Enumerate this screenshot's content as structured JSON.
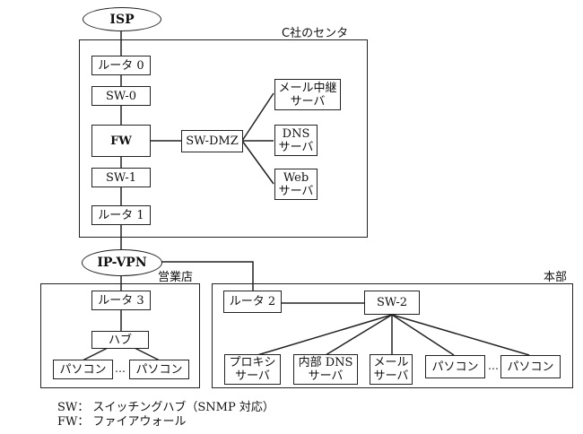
{
  "regions": {
    "center": "C社のセンタ",
    "branch": "営業店",
    "hq": "本部"
  },
  "nodes": {
    "isp": "ISP",
    "router0": "ルータ 0",
    "sw0": "SW-0",
    "fw": "FW",
    "sw1": "SW-1",
    "router1": "ルータ 1",
    "sw_dmz": "SW-DMZ",
    "mail_relay": [
      "メール中継",
      "サーバ"
    ],
    "dns": [
      "DNS",
      "サーバ"
    ],
    "web": [
      "Web",
      "サーバ"
    ],
    "ipvpn": "IP-VPN",
    "router3": "ルータ 3",
    "hub": "ハブ",
    "branch_pc1": "パソコン",
    "branch_pc2": "パソコン",
    "router2": "ルータ 2",
    "sw2": "SW-2",
    "proxy": [
      "プロキシ",
      "サーバ"
    ],
    "internal_dns": [
      "内部 DNS",
      "サーバ"
    ],
    "mail": [
      "メール",
      "サーバ"
    ],
    "hq_pc1": "パソコン",
    "hq_pc2": "パソコン",
    "ellipsis": "…"
  },
  "legend": [
    "SW： スイッチングハブ（SNMP 対応）",
    "FW： ファイアウォール"
  ]
}
